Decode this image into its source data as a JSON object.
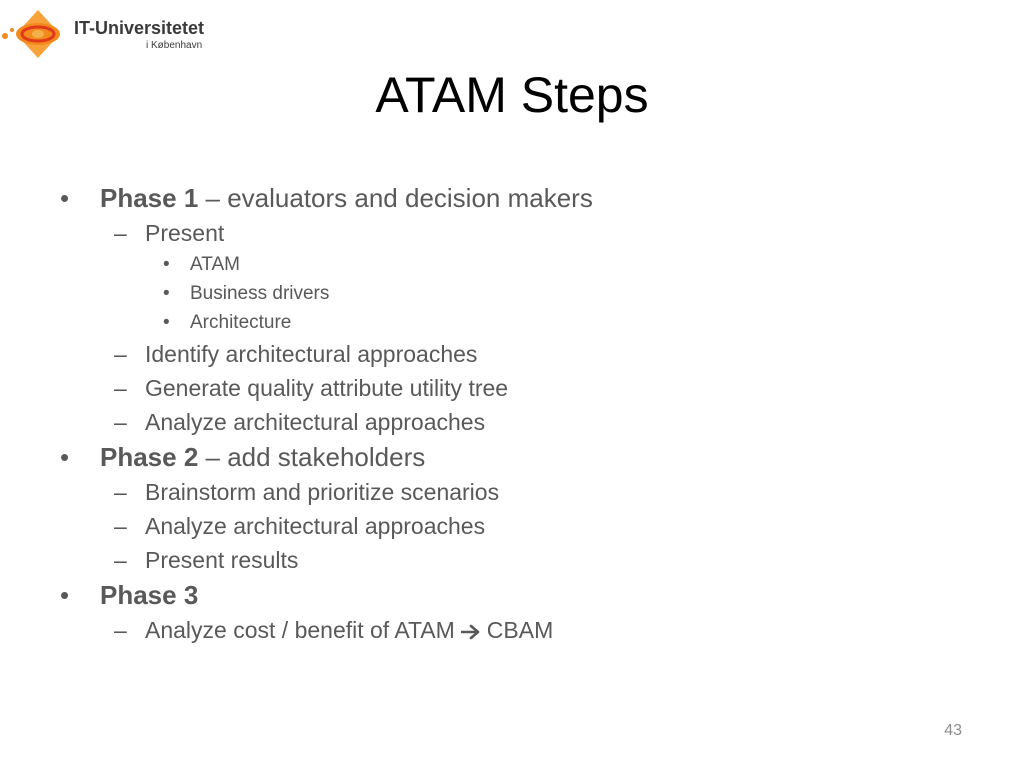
{
  "logo": {
    "name": "IT-Universitetet",
    "subtitle": "i København",
    "icon": "itu-logo-icon",
    "colors": {
      "orange": "#f28a1e",
      "red": "#e03a1a"
    }
  },
  "slide": {
    "title": "ATAM Steps",
    "page_number": "43"
  },
  "bullets": {
    "phase1": {
      "label": "Phase 1",
      "text": " – evaluators and decision makers",
      "present": "Present",
      "present_items": [
        "ATAM",
        "Business drivers",
        "Architecture"
      ],
      "steps": [
        "Identify architectural approaches",
        "Generate quality attribute utility tree",
        "Analyze architectural approaches"
      ]
    },
    "phase2": {
      "label": "Phase 2",
      "text": " – add stakeholders",
      "steps": [
        "Brainstorm and prioritize scenarios",
        "Analyze architectural approaches",
        "Present results"
      ]
    },
    "phase3": {
      "label": "Phase 3",
      "step_before_arrow": "Analyze cost / benefit of ATAM",
      "step_after_arrow": "CBAM"
    }
  },
  "markers": {
    "level1": "•",
    "level2": "–",
    "level3": "•",
    "arrow_icon": "right-arrow-icon"
  },
  "colors": {
    "text": "#595959",
    "title": "#000000",
    "page_number": "#8c8c8c"
  }
}
